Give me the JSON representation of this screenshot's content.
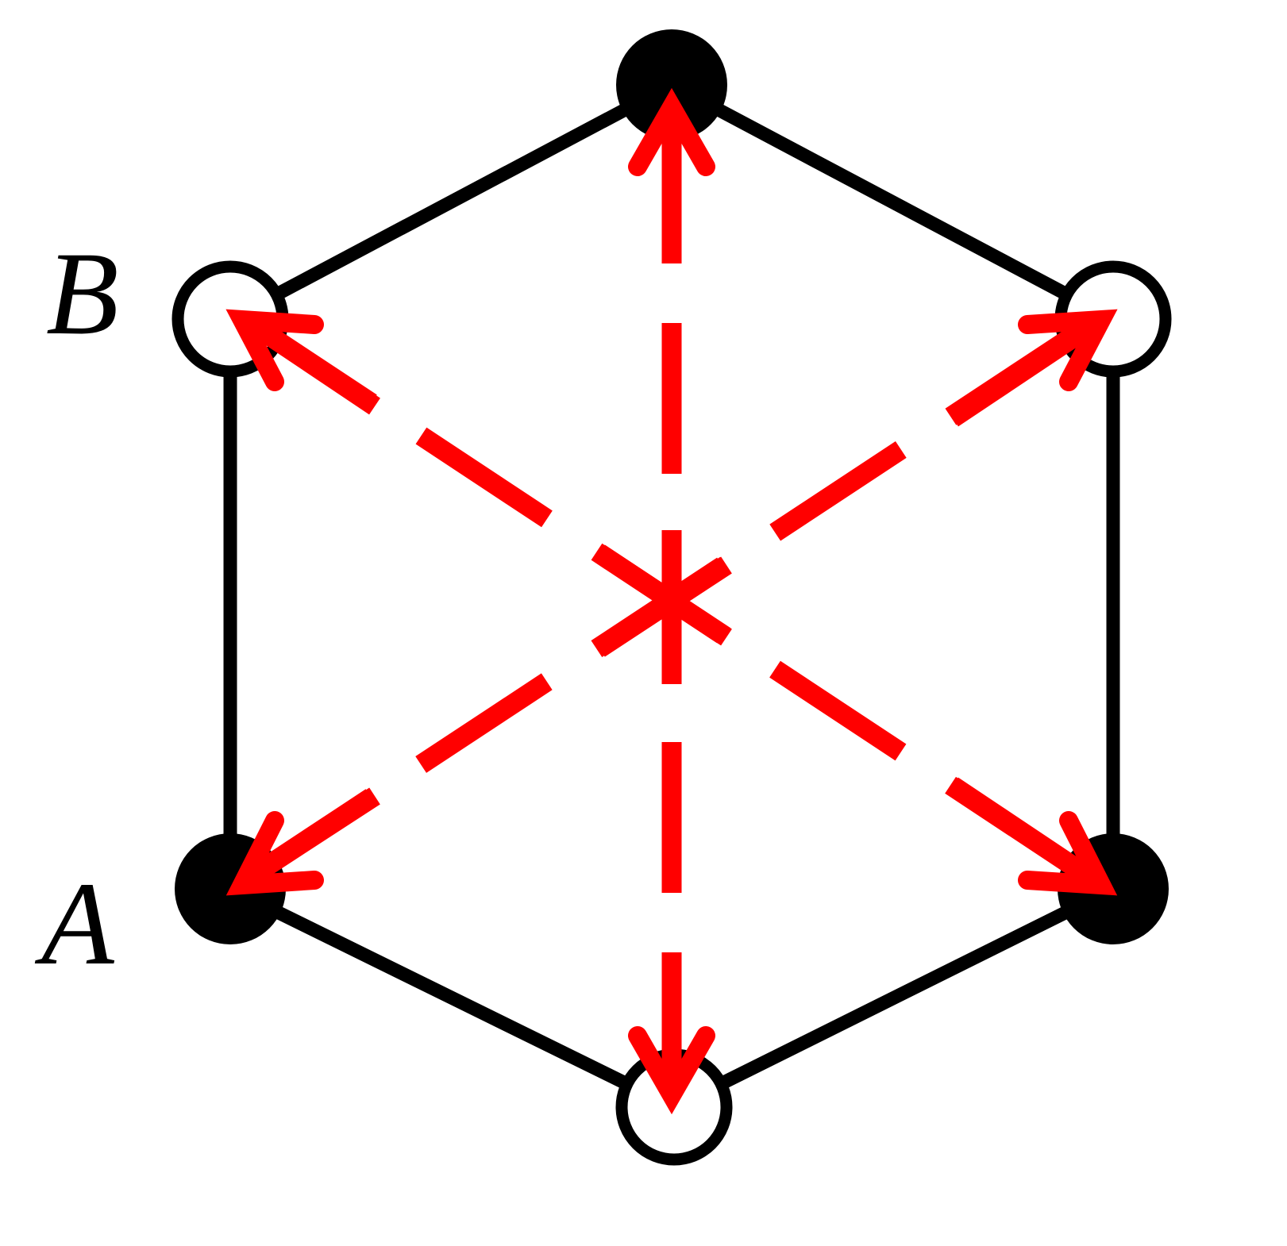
{
  "diagram": {
    "type": "hexagonal lattice unit with radial displacement arrows",
    "colors": {
      "edge": "#000000",
      "filled_site": "#000000",
      "hollow_site_fill": "#ffffff",
      "arrow": "#ff0000",
      "background": "#ffffff"
    },
    "labels": {
      "A": "A",
      "B": "B"
    },
    "center_marker": "asterisk",
    "vertices": [
      {
        "id": "top",
        "kind": "filled",
        "label": ""
      },
      {
        "id": "upper-right",
        "kind": "hollow",
        "label": ""
      },
      {
        "id": "lower-right",
        "kind": "filled",
        "label": ""
      },
      {
        "id": "bottom",
        "kind": "hollow",
        "label": ""
      },
      {
        "id": "lower-left",
        "kind": "filled",
        "label": "A"
      },
      {
        "id": "upper-left",
        "kind": "hollow",
        "label": "B"
      }
    ],
    "arrows": [
      {
        "from": "center",
        "to": "top",
        "style": "dashed"
      },
      {
        "from": "center",
        "to": "upper-right",
        "style": "dashed"
      },
      {
        "from": "center",
        "to": "lower-right",
        "style": "dashed"
      },
      {
        "from": "center",
        "to": "bottom",
        "style": "dashed"
      },
      {
        "from": "center",
        "to": "lower-left",
        "style": "dashed"
      },
      {
        "from": "center",
        "to": "upper-left",
        "style": "dashed"
      }
    ]
  }
}
